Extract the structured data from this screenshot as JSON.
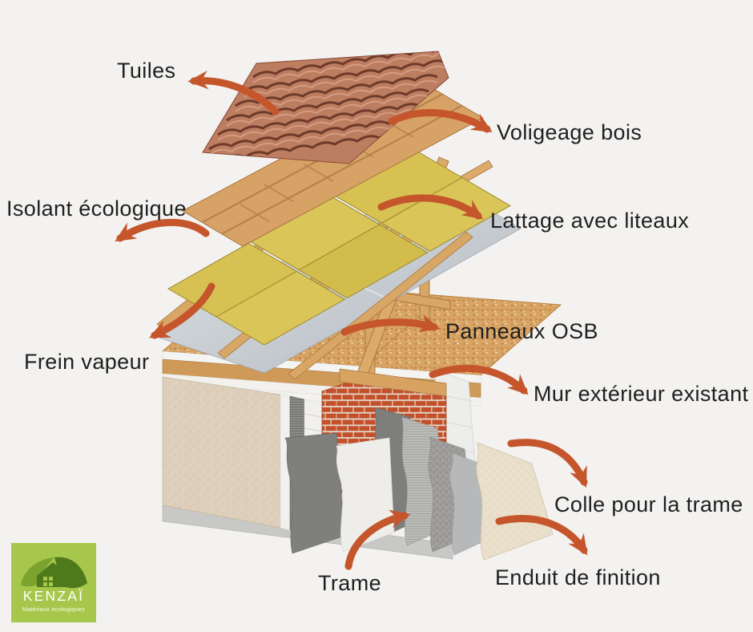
{
  "labels": {
    "tuiles": "Tuiles",
    "voligeage": "Voligeage bois",
    "isolant": "Isolant écologique",
    "lattage": "Lattage avec liteaux",
    "panneaux_osb": "Panneaux OSB",
    "frein_vapeur": "Frein vapeur",
    "mur_exterieur": "Mur extérieur existant",
    "colle": "Colle pour la trame",
    "trame": "Trame",
    "enduit": "Enduit de finition"
  },
  "logo": {
    "name": "KENZAÏ",
    "tagline": "Matériaux écologiques",
    "background_color": "#a6c74b",
    "leaf_light_color": "#7ba32d",
    "leaf_dark_color": "#4e7a1c"
  },
  "colors": {
    "page_background": "#f3f2f0",
    "arrow": "#c5562c",
    "label_text": "#1f1f1f"
  },
  "illustration": {
    "type": "exploded-view construction diagram of an insulated roof and existing wall",
    "parts": [
      {
        "name": "tuiles",
        "color": "#bd7d61"
      },
      {
        "name": "voligeage-bois",
        "color": "#d7a265"
      },
      {
        "name": "isolant-ecologique",
        "color": "#d6c152"
      },
      {
        "name": "lattage-avec-liteaux",
        "color": "#d9a765"
      },
      {
        "name": "frein-vapeur",
        "color": "#c6ccd1"
      },
      {
        "name": "panneaux-osb",
        "color": "#d8a465"
      },
      {
        "name": "charpente-bois",
        "color": "#d9a765"
      },
      {
        "name": "mur-brique-existant",
        "color": "#c3502a"
      },
      {
        "name": "trame",
        "color": "#b5b5b2"
      },
      {
        "name": "colle-pour-la-trame",
        "color": "#9d9c9a"
      },
      {
        "name": "enduit-de-finition",
        "color": "#e9dfcb"
      }
    ]
  }
}
